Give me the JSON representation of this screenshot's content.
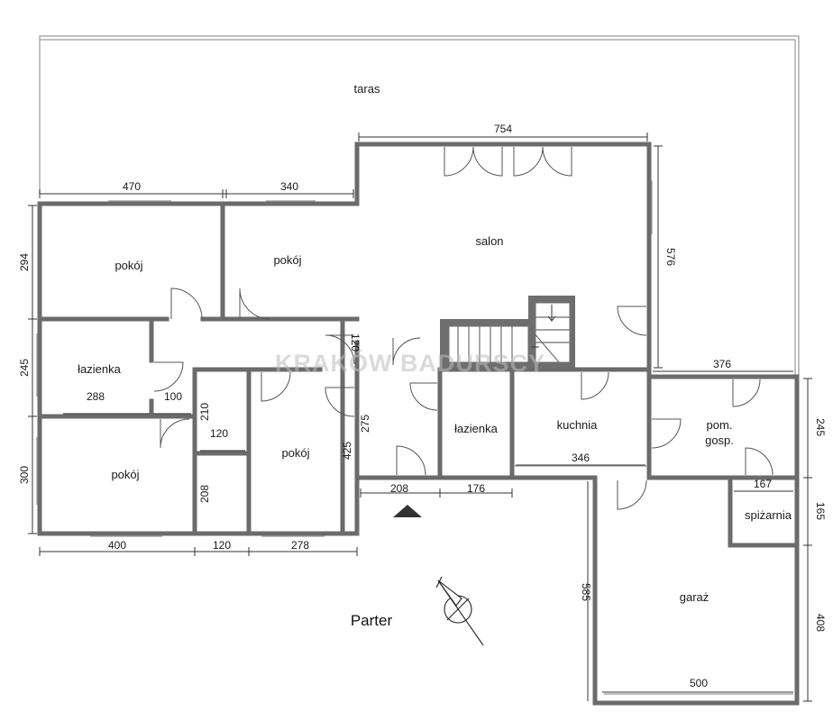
{
  "plan_title": "Parter",
  "watermark": "KRAKÓW BADURSCY",
  "rooms": {
    "taras": "taras",
    "salon": "salon",
    "pokoj_top_left": "pokój",
    "pokoj_top_mid": "pokój",
    "lazienka_left": "łazienka",
    "pokoj_bottom_left": "pokój",
    "pokoj_center": "pokój",
    "lazienka_center": "łazienka",
    "kuchnia": "kuchnia",
    "pom_gosp_line1": "pom.",
    "pom_gosp_line2": "gosp.",
    "spizarnia": "spiżarnia",
    "garaz": "garaż"
  },
  "dimensions": {
    "d754": "754",
    "d470": "470",
    "d340": "340",
    "d294": "294",
    "d576": "576",
    "d245_left": "245",
    "d120_stair": "120",
    "d376": "376",
    "d288": "288",
    "d100": "100",
    "d210": "210",
    "d120_closet": "120",
    "d275": "275",
    "d425": "425",
    "d346": "346",
    "d245_right": "245",
    "d167": "167",
    "d300": "300",
    "d208_v": "208",
    "d208_h": "208",
    "d176": "176",
    "d165": "165",
    "d400": "400",
    "d120_bottom": "120",
    "d278": "278",
    "d585": "585",
    "d408": "408",
    "d500": "500"
  },
  "colors": {
    "wall": "#6b6b6b",
    "stairs": "#6e6e6e",
    "text": "#1a1a1a"
  },
  "icons": {
    "compass": "compass-icon",
    "entrance": "entrance-triangle-icon"
  }
}
